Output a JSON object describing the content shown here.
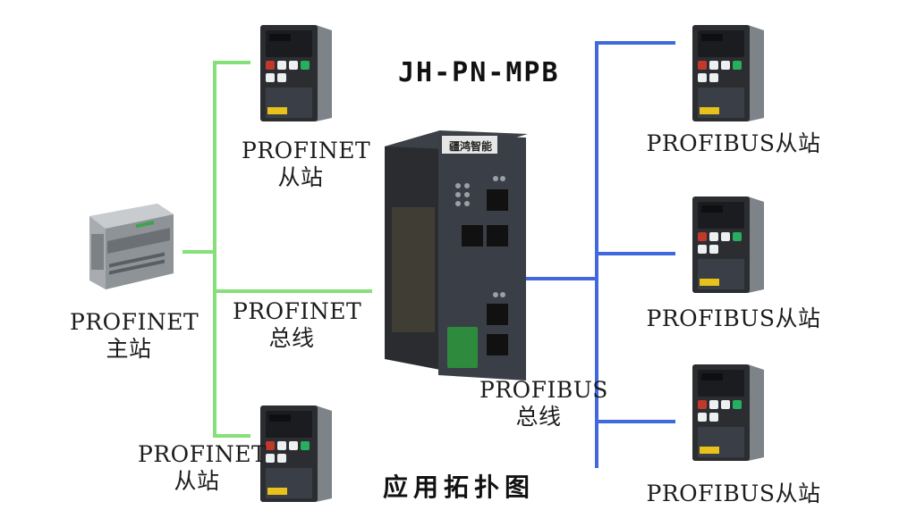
{
  "diagram_title": "JH-PN-MPB",
  "caption": "应用拓扑图",
  "gateway": {
    "brand_label": "疆鸿智能"
  },
  "colors": {
    "profinet": "#86e07a",
    "profibus": "#4169dd",
    "device_body": "#2b2d31",
    "device_front": "#3a3f47"
  },
  "labels": {
    "pn_master": [
      "PROFINET",
      "主站"
    ],
    "pn_slave_top": [
      "PROFINET",
      "从站"
    ],
    "pn_slave_bottom": [
      "PROFINET",
      "从站"
    ],
    "pn_bus": [
      "PROFINET",
      "总线"
    ],
    "pb_bus": [
      "PROFIBUS",
      "总线"
    ],
    "pb_slave_1": "PROFIBUS从站",
    "pb_slave_2": "PROFIBUS从站",
    "pb_slave_3": "PROFIBUS从站"
  }
}
